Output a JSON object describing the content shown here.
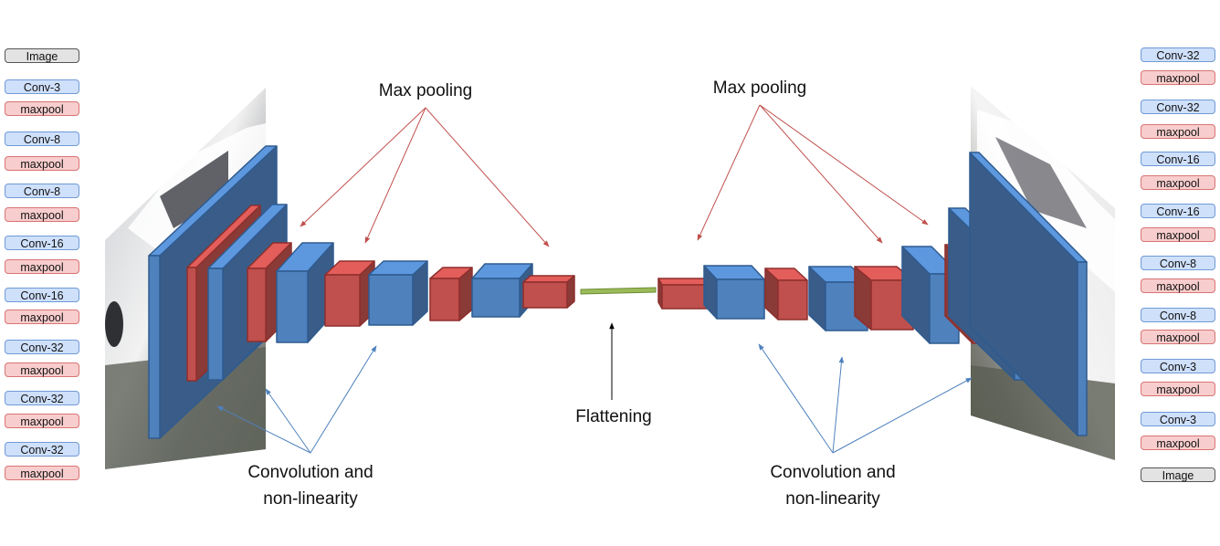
{
  "encoder_stack": [
    {
      "label": "Image",
      "kind": "img"
    },
    {
      "label": "Conv-3",
      "kind": "conv"
    },
    {
      "label": "maxpool",
      "kind": "pool"
    },
    {
      "label": "Conv-8",
      "kind": "conv"
    },
    {
      "label": "maxpool",
      "kind": "pool"
    },
    {
      "label": "Conv-8",
      "kind": "conv"
    },
    {
      "label": "maxpool",
      "kind": "pool"
    },
    {
      "label": "Conv-16",
      "kind": "conv"
    },
    {
      "label": "maxpool",
      "kind": "pool"
    },
    {
      "label": "Conv-16",
      "kind": "conv"
    },
    {
      "label": "maxpool",
      "kind": "pool"
    },
    {
      "label": "Conv-32",
      "kind": "conv"
    },
    {
      "label": "maxpool",
      "kind": "pool"
    },
    {
      "label": "Conv-32",
      "kind": "conv"
    },
    {
      "label": "maxpool",
      "kind": "pool"
    },
    {
      "label": "Conv-32",
      "kind": "conv"
    },
    {
      "label": "maxpool",
      "kind": "pool"
    }
  ],
  "decoder_stack": [
    {
      "label": "Conv-32",
      "kind": "conv"
    },
    {
      "label": "maxpool",
      "kind": "pool"
    },
    {
      "label": "Conv-32",
      "kind": "conv"
    },
    {
      "label": "maxpool",
      "kind": "pool"
    },
    {
      "label": "Conv-16",
      "kind": "conv"
    },
    {
      "label": "maxpool",
      "kind": "pool"
    },
    {
      "label": "Conv-16",
      "kind": "conv"
    },
    {
      "label": "maxpool",
      "kind": "pool"
    },
    {
      "label": "Conv-8",
      "kind": "conv"
    },
    {
      "label": "maxpool",
      "kind": "pool"
    },
    {
      "label": "Conv-8",
      "kind": "conv"
    },
    {
      "label": "maxpool",
      "kind": "pool"
    },
    {
      "label": "Conv-3",
      "kind": "conv"
    },
    {
      "label": "maxpool",
      "kind": "pool"
    },
    {
      "label": "Conv-3",
      "kind": "conv"
    },
    {
      "label": "maxpool",
      "kind": "pool"
    },
    {
      "label": "Image",
      "kind": "img"
    }
  ],
  "labels": {
    "max_pooling_left": "Max pooling",
    "max_pooling_right": "Max pooling",
    "flattening": "Flattening",
    "conv_left": [
      "Convolution and",
      "non-linearity"
    ],
    "conv_right": [
      "Convolution and",
      "non-linearity"
    ]
  },
  "colors": {
    "conv_block": "#4f81bd",
    "pool_block": "#c0504d",
    "flatten_bar": "#9bbb59",
    "pool_arrow": "#c0504d",
    "conv_arrow": "#4f81bd"
  }
}
